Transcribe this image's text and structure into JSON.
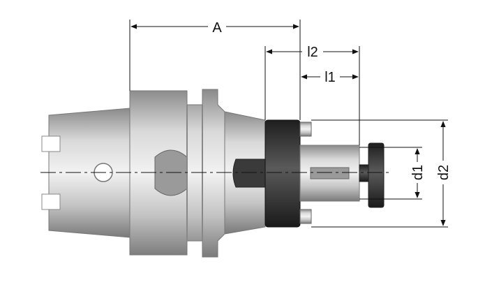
{
  "dimensions": {
    "A": "A",
    "l2": "l2",
    "l1": "l1",
    "d1": "d1",
    "d2": "d2"
  },
  "colors": {
    "steel_light": "#e6e6e6",
    "steel_mid": "#bdbdbd",
    "steel_dark": "#6e6e6e",
    "collar": "#2e2e2e",
    "line": "#111111"
  }
}
